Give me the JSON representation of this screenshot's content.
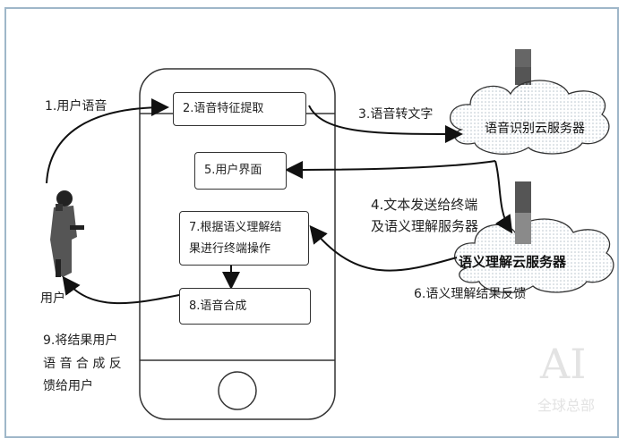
{
  "steps": {
    "s1": "1.用户语音",
    "s2": "2.语音特征提取",
    "s3": "3.语音转文字",
    "s4_line1": "4.文本发送给终端",
    "s4_line2": "及语义理解服务器",
    "s5": "5.用户界面",
    "s6": "6.语义理解结果反馈",
    "s7_line1": "7.根据语义理解结",
    "s7_line2": "果进行终端操作",
    "s8": "8.语音合成",
    "s9_line1": "9.将结果用户",
    "s9_line2": "语 音 合 成 反",
    "s9_line3": "馈给用户"
  },
  "user_label": "用户",
  "clouds": {
    "speech": "语音识别云服务器",
    "semantic": "语义理解云服务器"
  },
  "watermark": {
    "big": "AI",
    "small": "全球总部"
  },
  "colors": {
    "frame": "#9fb7c9",
    "stroke": "#111111"
  }
}
